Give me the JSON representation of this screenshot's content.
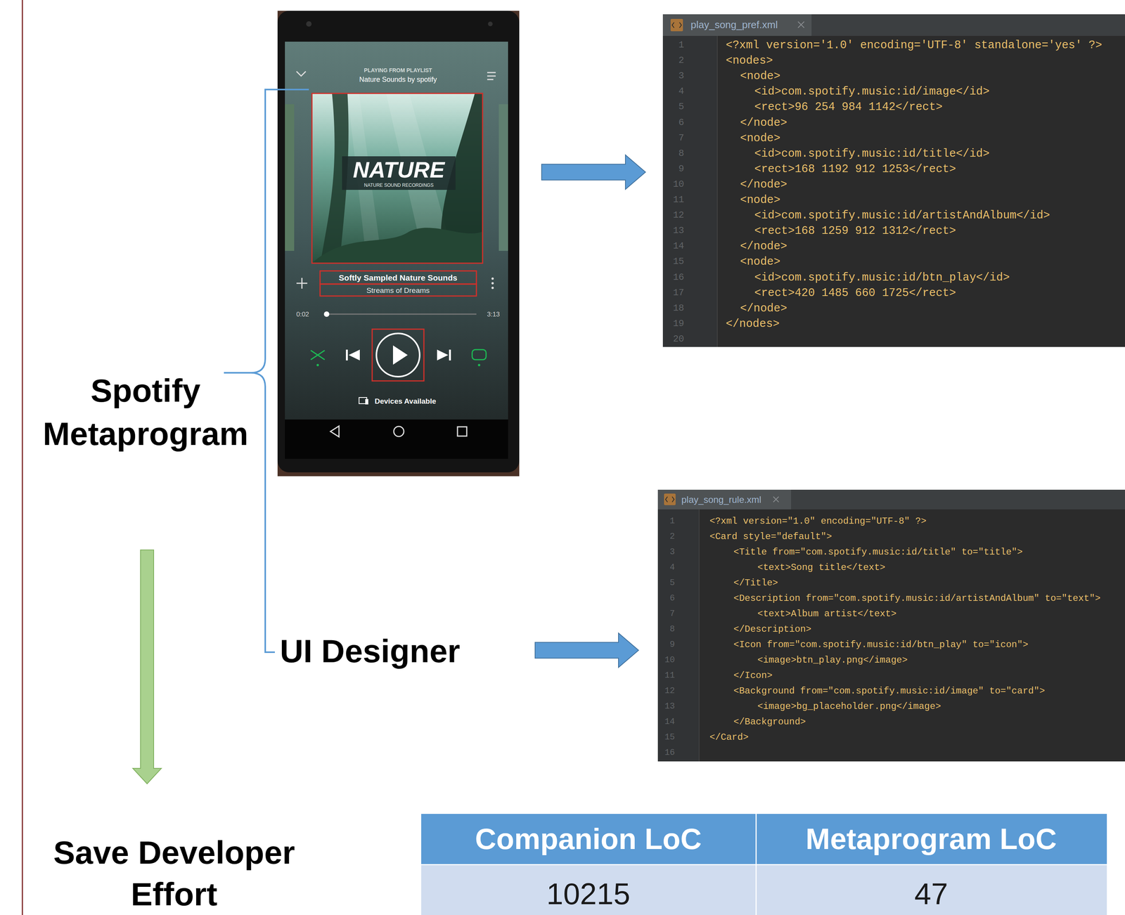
{
  "diagram": {
    "nodes": [
      {
        "text": [
          "PLAYING FROM PLAYLIST",
          "Nature Sounds by spotify",
          "NATURE",
          "NATURE SOUND RECORDINGS",
          "Softly Sampled Nature Sounds",
          "Streams of Dreams",
          "0:02",
          "3:13",
          "Devices Available"
        ]
      },
      {
        "text": [
          "play_song_pref.xml",
          "<?xml version='1.0' encoding='UTF-8' standalone='yes' ?>",
          "<nodes>",
          "<node>",
          "<id>com.spotify.music:id/image</id>",
          "<rect>96 254 984 1142</rect>",
          "</node>",
          "<node>",
          "<id>com.spotify.music:id/title</id>",
          "<rect>168 1192 912 1253</rect>",
          "</node>",
          "<node>",
          "<id>com.spotify.music:id/artistAndAlbum</id>",
          "<rect>168 1259 912 1312</rect>",
          "</node>",
          "<node>",
          "<id>com.spotify.music:id/btn_play</id>",
          "<rect>420 1485 660 1725</rect>",
          "</node>",
          "</nodes>"
        ]
      },
      {
        "text": [
          "play_song_rule.xml",
          "<?xml version=\"1.0\" encoding=\"UTF-8\" ?>",
          "<Card style=\"default\">",
          "<Title from=\"com.spotify.music:id/title\" to=\"title\">",
          "<text>Song title</text>",
          "</Title>",
          "<Description from=\"com.spotify.music:id/artistAndAlbum\" to=\"text\">",
          "<text>Album artist</text>",
          "</Description>",
          "<Icon from=\"com.spotify.music:id/btn_play\" to=\"icon\">",
          "<image>btn_play.png</image>",
          "</Icon>",
          "<Background from=\"com.spotify.music:id/image\" to=\"card\">",
          "<image>bg_placeholder.png</image>",
          "</Background>",
          "</Card>"
        ]
      },
      {
        "text": [
          "Spotify Metaprogram"
        ]
      },
      {
        "text": [
          "UI Designer"
        ]
      },
      {
        "text": [
          "Save Developer Effort"
        ]
      }
    ],
    "edges": [
      {
        "from": 0,
        "to": 1,
        "arrow": "to"
      },
      {
        "from": 4,
        "to": 2,
        "arrow": "to"
      },
      {
        "from": 3,
        "to": 5,
        "arrow": "to"
      }
    ],
    "labels": [
      "1",
      "2",
      "3",
      "4",
      "5",
      "6",
      "7",
      "8",
      "9",
      "10",
      "11",
      "12",
      "13",
      "14",
      "15",
      "16",
      "17",
      "18",
      "19",
      "20",
      "1",
      "2",
      "3",
      "4",
      "5",
      "6",
      "7",
      "8",
      "9",
      "10",
      "11",
      "12",
      "13",
      "14",
      "15",
      "16",
      "Companion LoC",
      "Metaprogram LoC",
      "10215",
      "47"
    ]
  }
}
